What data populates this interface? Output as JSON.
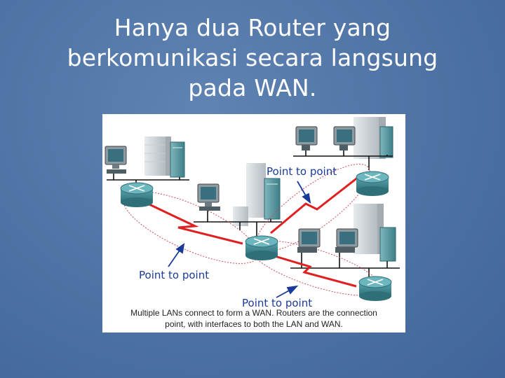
{
  "title": {
    "line1": "Hanya dua Router yang",
    "line2": "berkomunikasi secara langsung",
    "line3": "pada WAN."
  },
  "labels": {
    "p2p_top": "Point to point",
    "p2p_left": "Point to point",
    "p2p_bottom": "Point to point"
  },
  "caption": {
    "line1": "Multiple LANs connect to form a WAN. Routers are the connection",
    "line2": "point, with interfaces to both the LAN and WAN."
  },
  "colors": {
    "background": "#4d72a3",
    "label_text": "#1a3a99",
    "wan_link": "#e02020",
    "router": "#3f8a95"
  }
}
